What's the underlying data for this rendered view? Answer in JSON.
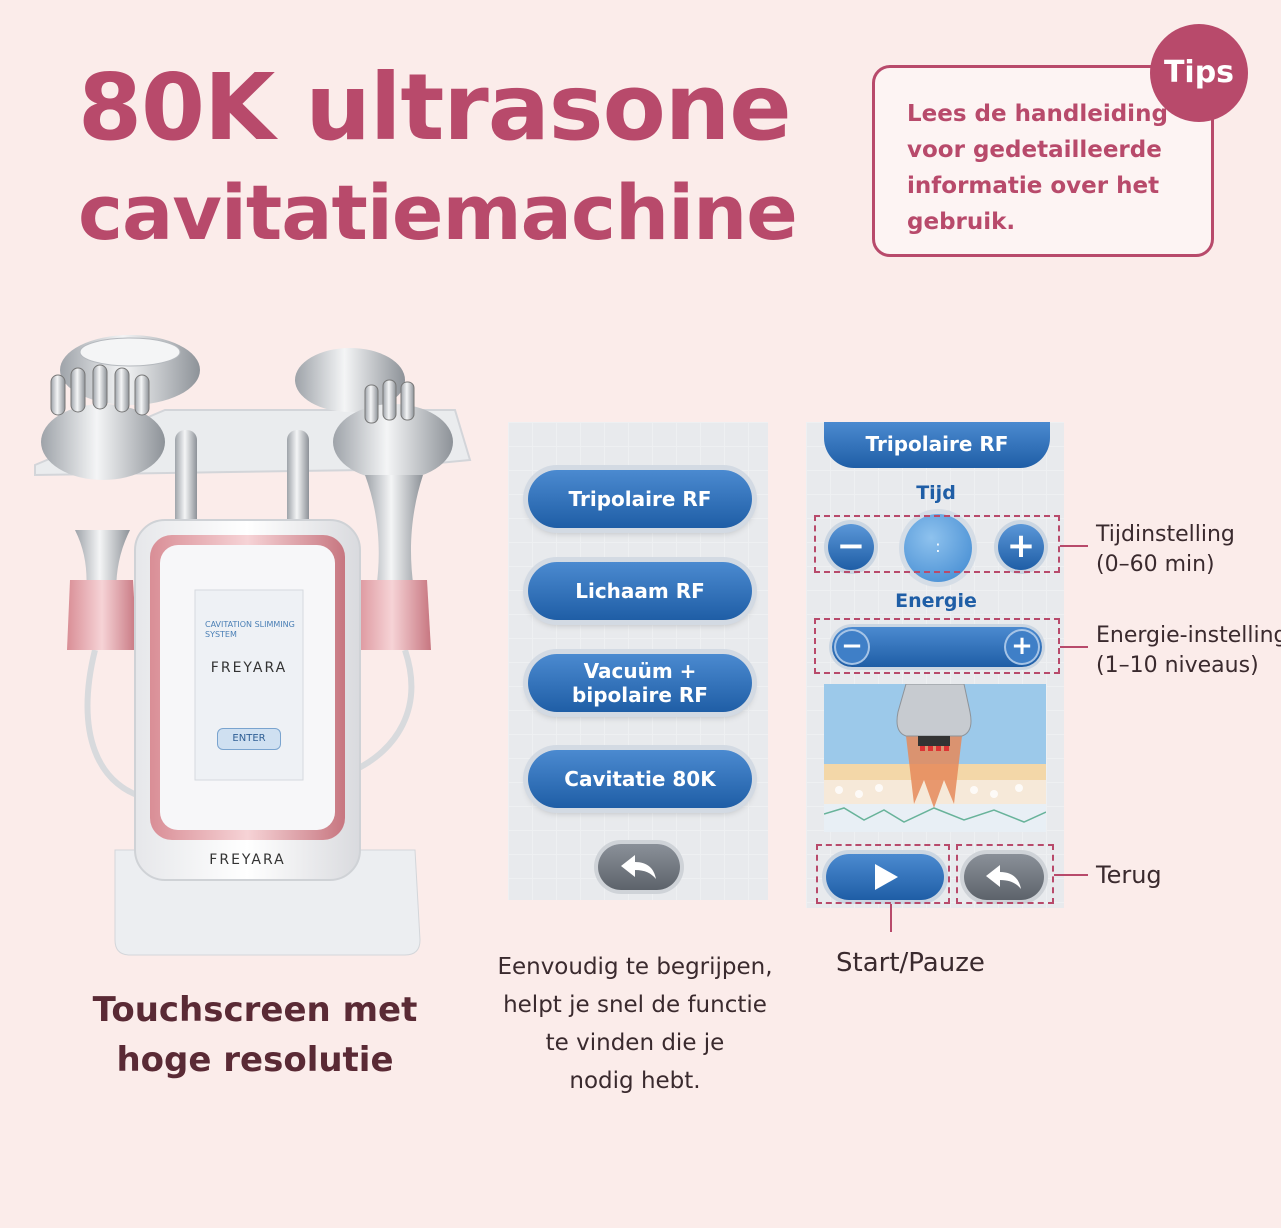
{
  "header": {
    "title_line1": "80K ultrasone",
    "title_line2": "cavitatiemachine"
  },
  "tips": {
    "badge": "Tips",
    "lines": [
      "Lees de handleiding",
      "voor gedetailleerde",
      "informatie over het",
      "gebruik."
    ]
  },
  "device": {
    "screen_subtitle_line1": "CAVITATION SLIMMING",
    "screen_subtitle_line2": "SYSTEM",
    "screen_brand": "FREYARA",
    "enter_label": "ENTER",
    "base_brand": "FREYARA"
  },
  "menu_screen": {
    "buttons": [
      "Tripolaire RF",
      "Lichaam RF",
      "Vacuüm +",
      "bipolaire RF",
      "Cavitatie 80K"
    ]
  },
  "detail_screen": {
    "tab_title": "Tripolaire RF",
    "time_label": "Tijd",
    "dial_value": ":",
    "energy_label": "Energie",
    "minus": "−",
    "plus": "+"
  },
  "annotations": {
    "time_setting": [
      "Tijdinstelling",
      "(0–60 min)"
    ],
    "energy_setting": [
      "Energie-instelling",
      "(1–10 niveaus)"
    ],
    "back": "Terug",
    "start_pause": "Start/Pauze"
  },
  "captions": {
    "left": [
      "Touchscreen met",
      "hoge resolutie"
    ],
    "middle": [
      "Eenvoudig te begrijpen,",
      "helpt je snel de functie",
      "te vinden die je",
      "nodig hebt."
    ]
  },
  "colors": {
    "accent": "#b84a6b",
    "background": "#fbecea",
    "button_blue": "#1f5ea6"
  }
}
